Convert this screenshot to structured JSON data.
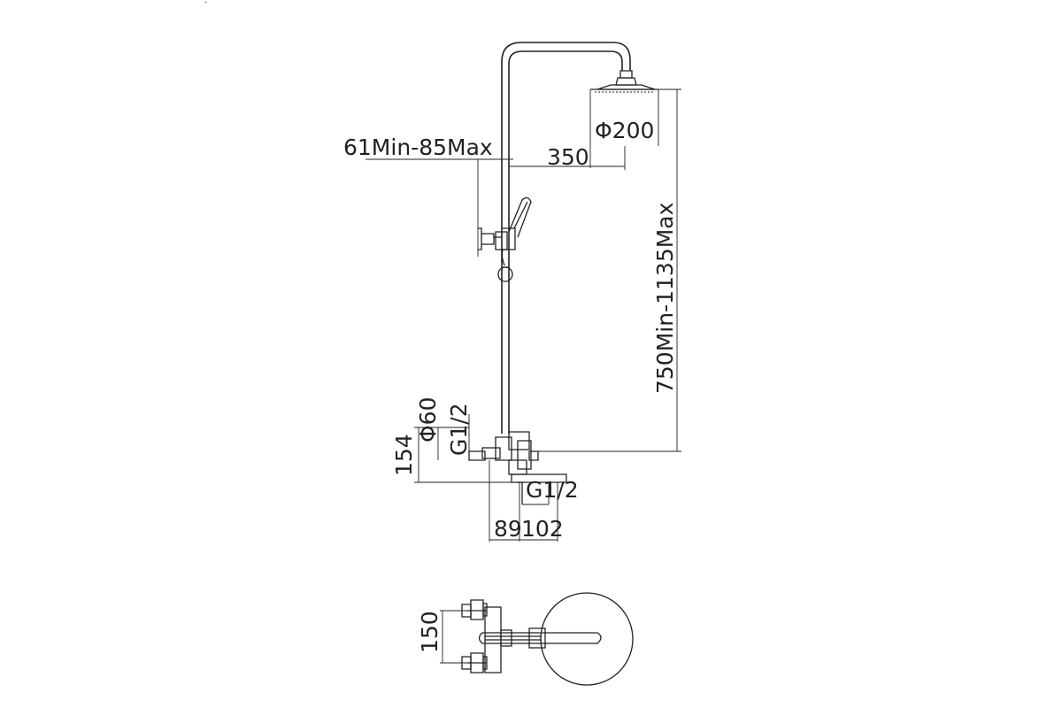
{
  "dimensions": {
    "adjust_range": "61Min-85Max",
    "arm_length": "350",
    "head_diameter": "Φ200",
    "height_range": "750Min-1135Max",
    "flange_diameter": "Φ60",
    "inlet_thread_left": "G1/2",
    "inlet_thread_bottom": "G1/2",
    "valve_height": "154",
    "offset_left": "89",
    "offset_right": "102",
    "top_view_spacing": "150"
  },
  "colors": {
    "line": "#222222",
    "background": "#ffffff"
  }
}
